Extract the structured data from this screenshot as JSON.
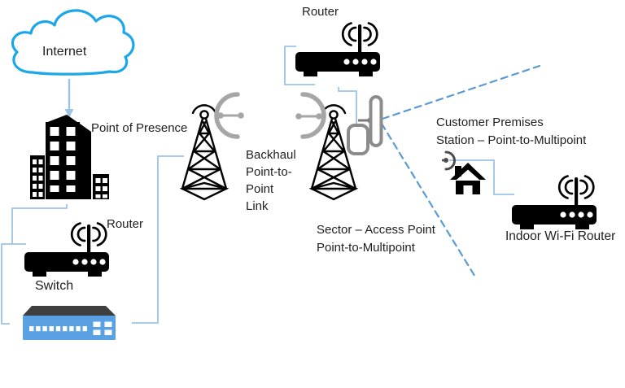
{
  "diagram": {
    "nodes": {
      "internet": {
        "label": "Internet",
        "icon": "cloud-icon"
      },
      "point_of_presence": {
        "label": "Point of Presence",
        "icon": "office-building-icon"
      },
      "pop_router": {
        "label": "Router",
        "icon": "wireless-router-icon"
      },
      "switch": {
        "label": "Switch",
        "icon": "network-switch-icon"
      },
      "backhaul_link": {
        "label": "Backhaul\nPoint-to-\nPoint\nLink",
        "icon": "radio-tower-icon"
      },
      "tower_router": {
        "label": "Router",
        "icon": "wireless-router-icon"
      },
      "sector_access_point": {
        "label": "Sector – Access Point\nPoint-to-Multipoint",
        "icon": "sector-antenna-icon"
      },
      "customer_premises": {
        "label": "Customer Premises\nStation – Point-to-Multipoint",
        "icon": "house-with-antenna-icon"
      },
      "indoor_wifi_router": {
        "label": "Indoor Wi-Fi Router",
        "icon": "wireless-router-icon"
      }
    },
    "colors": {
      "cloud_stroke": "#1BA7E8",
      "connector_blue": "#9DC3E6",
      "dashed_beam_blue": "#5B9BD5",
      "switch_body_blue": "#59A1E3",
      "switch_top_gray": "#3F3F3F",
      "antenna_gray": "#A6A6A6",
      "device_outline_gray": "#8C8C8C",
      "icon_black": "#000000",
      "text": "#1F1F1F"
    }
  }
}
